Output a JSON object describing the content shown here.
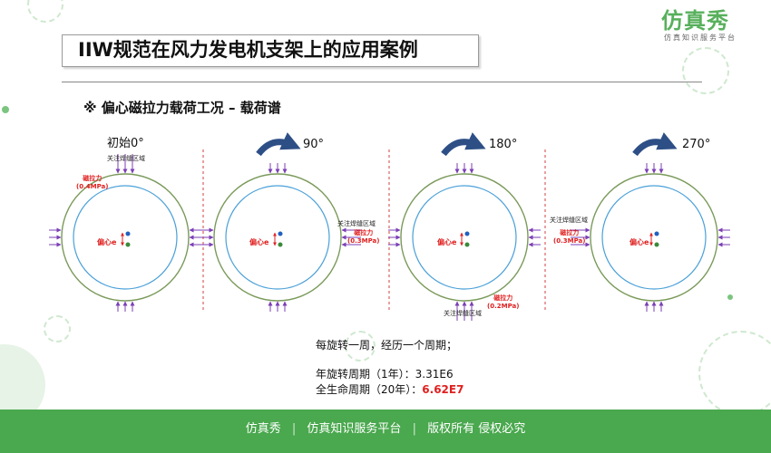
{
  "logo": {
    "text": "仿真秀",
    "subtitle": "仿真知识服务平台"
  },
  "title": "IIW规范在风力发电机支架上的应用案例",
  "section_title": "※ 偏心磁拉力载荷工况 – 载荷谱",
  "panels": [
    {
      "angle_label": "初始0°",
      "zone_label": "关注焊缝区域",
      "force_label": "磁拉力",
      "force_value": "(0.4MPa)",
      "center_label": "偏心e"
    },
    {
      "angle_label": "90°",
      "zone_label": "关注焊缝区域",
      "force_label": "磁拉力",
      "force_value": "(0.3MPa)",
      "center_label": "偏心e"
    },
    {
      "angle_label": "180°",
      "zone_label": "关注焊缝区域",
      "force_label": "磁拉力",
      "force_value": "(0.2MPa)",
      "center_label": "偏心e"
    },
    {
      "angle_label": "270°",
      "zone_label": "关注焊缝区域",
      "force_label": "磁拉力",
      "force_value": "(0.3MPa)",
      "center_label": "偏心e"
    }
  ],
  "info": {
    "line1": "每旋转一周，经历一个周期；",
    "line2_label": "年旋转周期（1年）：",
    "line2_value": "3.31E6",
    "line3_label": "全生命周期（20年）：",
    "line3_value": "6.62E7"
  },
  "footer": {
    "items": [
      "仿真秀",
      "仿真知识服务平台",
      "版权所有 侵权必究"
    ],
    "separator": "|"
  },
  "colors": {
    "green": "#4aa84e",
    "outer_ring": "#7a9a5a",
    "inner_ring": "#4aa0d8",
    "arrow": "#7b3fb5",
    "rotate_arrow": "#2d4f86",
    "red": "#e02020",
    "divider": "#d04040"
  }
}
